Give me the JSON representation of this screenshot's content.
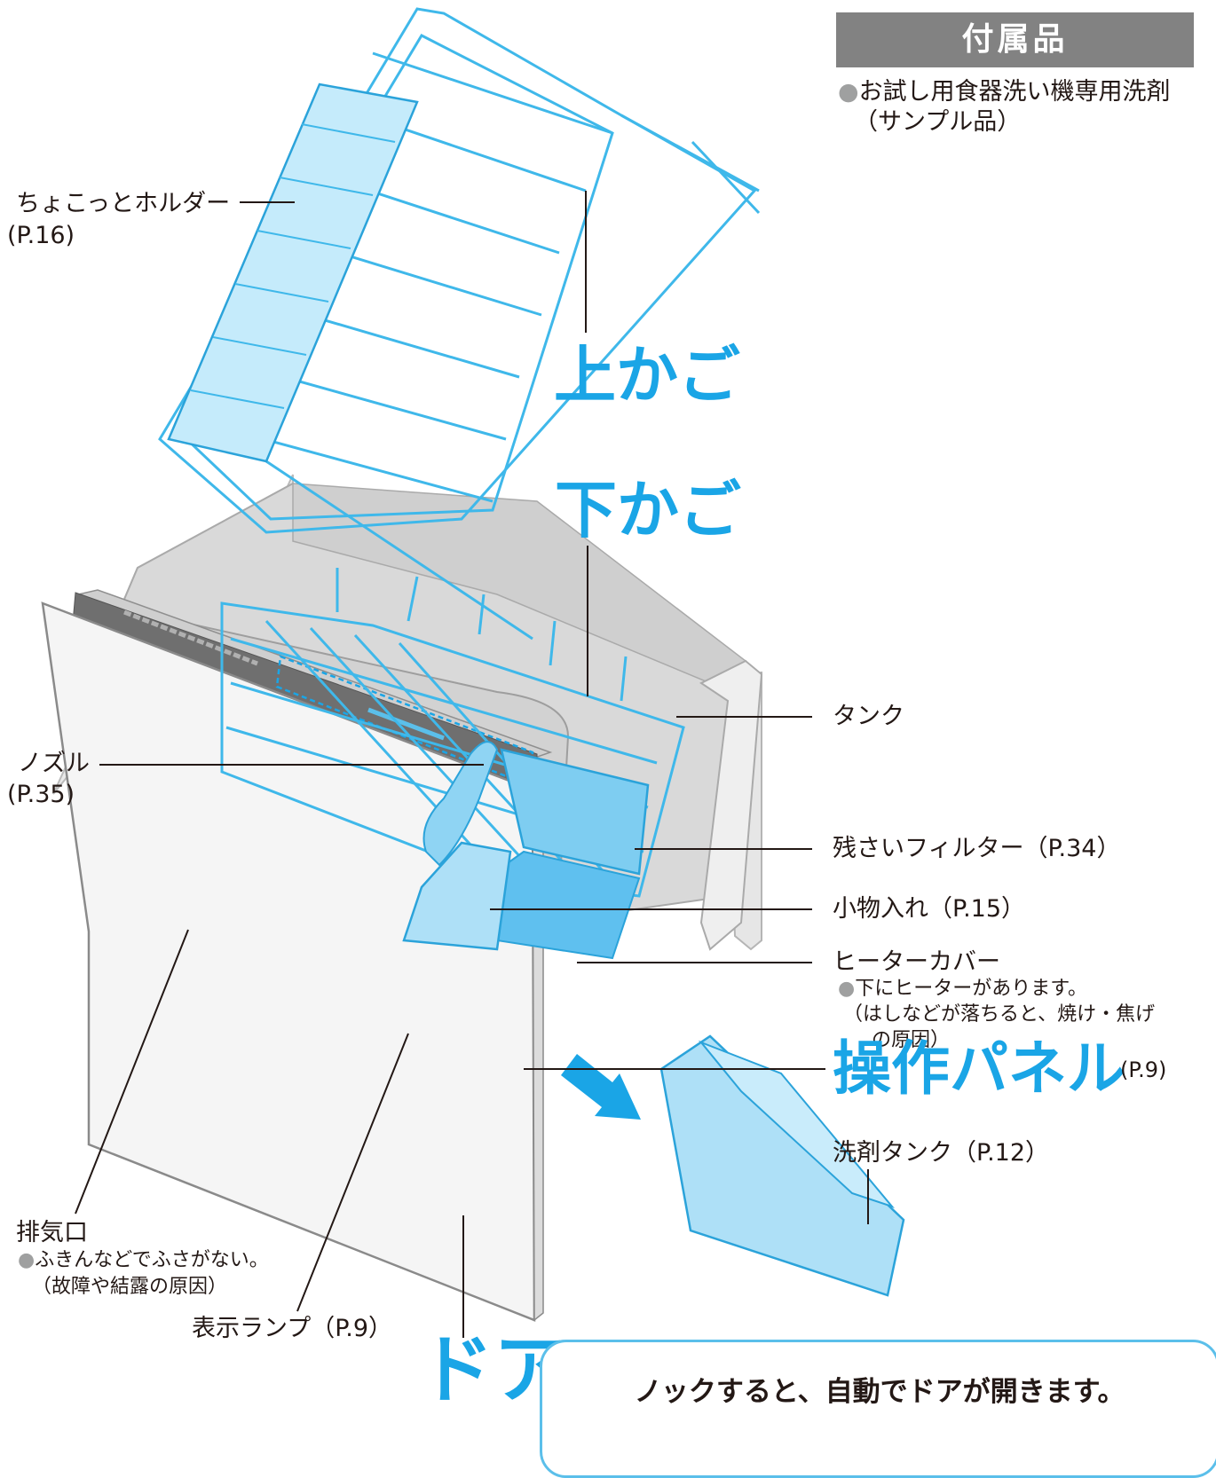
{
  "accessories": {
    "header": "付属品",
    "bullet": "●",
    "item_line1": "お試し用食器洗い機専用洗剤",
    "item_line2": "（サンプル品）"
  },
  "labels": {
    "upper_rack": "上かご",
    "lower_rack": "下かご",
    "holder": "ちょこっとホルダー",
    "holder_ref": "(P.16)",
    "tank": "タンク",
    "nozzle": "ノズル",
    "nozzle_ref": "(P.35)",
    "filter": "残さいフィルター（P.34）",
    "small_basket": "小物入れ（P.15）",
    "heater_cover": "ヒーターカバー",
    "heater_note1": "下にヒーターがあります。",
    "heater_note2": "（はしなどが落ちると、焼け・焦げ",
    "heater_note3": "の原因）",
    "control_panel": "操作パネル",
    "control_panel_ref": "(P.9)",
    "detergent_tank": "洗剤タンク（P.12）",
    "exhaust": "排気口",
    "exhaust_note1": "ふきんなどでふさがない。",
    "exhaust_note2": "（故障や結露の原因）",
    "indicator_lamp": "表示ランプ（P.9）",
    "door": "ドア",
    "knock": "ノックすると、自動でドアが開きます。"
  },
  "colors": {
    "accent_blue": "#1aa5e6",
    "rack_blue": "#3fb8ea",
    "header_gray": "#828282",
    "bullet_gray": "#9fa0a0"
  }
}
